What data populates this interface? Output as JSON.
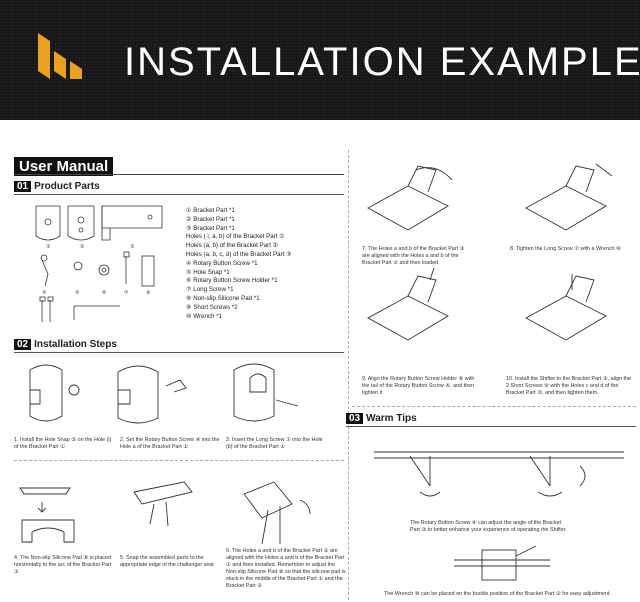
{
  "banner": {
    "title": "INSTALLATION EXAMPLE",
    "bg_color": "#161616",
    "logo_color": "#e9a023"
  },
  "manual": {
    "title": "User Manual"
  },
  "sections": [
    {
      "num": "01",
      "title": "Product Parts"
    },
    {
      "num": "02",
      "title": "Installation Steps"
    },
    {
      "num": "03",
      "title": "Warm Tips"
    }
  ],
  "parts": [
    "① Bracket Part *1",
    "② Bracket Part *1",
    "③ Bracket Part *1",
    "Holes ( i, a, b) of the Bracket Part ①",
    "Holes (a, b) of the Bracket Part ②",
    "Holes (a, b, c, d) of the Bracket Part ③",
    "④ Rotary Button Screw *1",
    "⑤ Hole Snap *1",
    "⑥ Rotary Button Screw Holder *1",
    "⑦ Long Screw *1",
    "⑧ Non-slip Silicone Pad *1",
    "⑨ Short Screws *2",
    "⑩ Wrench *1"
  ],
  "steps": [
    "1. Install the Hole Snap ⑤ on the Hole (i) of the Bracket Part ①",
    "2. Set the Rotary Button Screw ④ into the Hole a of the Bracket Part ①",
    "3. Insert the Long Screw ⑦ into the Hole (b) of the Bracket Part ①",
    "4. The Non-slip Silicone Pad ⑧ is placed horizontally to the arc of the Bracket Part ①",
    "5. Snap the assembled parts to the appropriate edge of the challenger seat",
    "6. The Holes a and b of the Bracket Part ② are aligned with the Holes a and b of the Bracket Part ① and then installed. Remember to adjust the Non-slip Silicone Pad ⑧ so that the silicone pad is stuck in the middle of the Bracket Part ① and the Bracket Part ②",
    "7. The Holes a and b of the Bracket Part ③ are aligned with the Holes a and b of the Bracket Part ② and then loaded",
    "8. Tighten the Long Screw ⑦ with a Wrench ⑩",
    "9. Align the Rotary Button Screw Holder ⑥ with the tail of the Rotary Button Screw ④, and then tighten it",
    "10. Install the Shifter to the Bracket Part ③, align the 2 Short Screws ⑨ with the Holes c and d of the Bracket Part ③, and then tighten them."
  ],
  "tips": [
    "The Rotary Button Screw ④ can adjust the angle of the Bracket Part ③ to better enhance your experience of operating the Shifter.",
    "The Wrench ⑩ can be placed on the buckle position of the Bracket Part ② for easy adjustment."
  ]
}
